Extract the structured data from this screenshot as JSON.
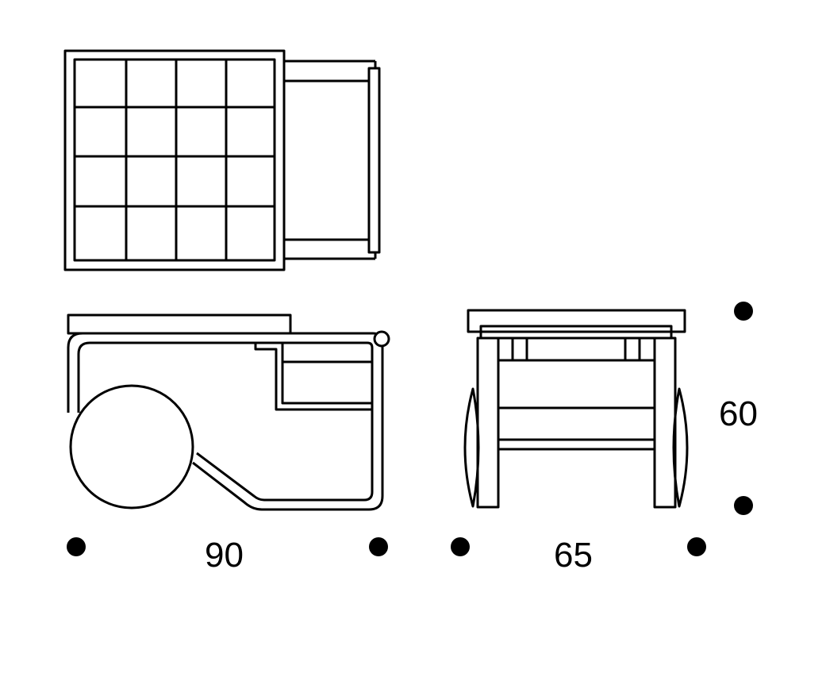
{
  "colors": {
    "line": "#000000",
    "background": "#ffffff"
  },
  "dimensions": {
    "width": "90",
    "depth": "65",
    "height": "60"
  }
}
